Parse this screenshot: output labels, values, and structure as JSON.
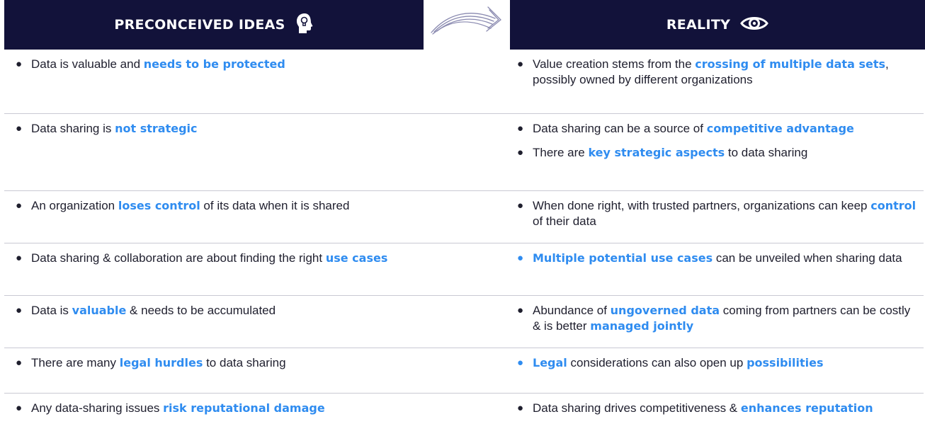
{
  "header": {
    "left_title": "PRECONCEIVED IDEAS",
    "left_icon": "lightbulb-head-icon",
    "right_title": "REALITY",
    "right_icon": "eye-icon",
    "accent_color": "#2f8cf0",
    "header_bg": "#12123a"
  },
  "rows": [
    {
      "left": [
        {
          "segments": [
            {
              "t": "Data is valuable and "
            },
            {
              "t": "needs to be protected",
              "hl": true
            }
          ]
        }
      ],
      "right": [
        {
          "segments": [
            {
              "t": "Value creation stems from the "
            },
            {
              "t": "crossing of multiple data sets",
              "hl": true
            },
            {
              "t": ", possibly owned by different organizations"
            }
          ]
        }
      ]
    },
    {
      "left": [
        {
          "segments": [
            {
              "t": "Data sharing is "
            },
            {
              "t": "not strategic",
              "hl": true
            }
          ]
        }
      ],
      "right": [
        {
          "segments": [
            {
              "t": "Data sharing can be a source of "
            },
            {
              "t": "competitive advantage",
              "hl": true
            }
          ]
        },
        {
          "segments": [
            {
              "t": "There are "
            },
            {
              "t": "key strategic aspects",
              "hl": true
            },
            {
              "t": " to data sharing"
            }
          ]
        }
      ]
    },
    {
      "left": [
        {
          "segments": [
            {
              "t": "An organization "
            },
            {
              "t": "loses control",
              "hl": true
            },
            {
              "t": " of its data when it is shared"
            }
          ]
        }
      ],
      "right": [
        {
          "segments": [
            {
              "t": "When done right, with trusted partners, organizations can keep "
            },
            {
              "t": "control",
              "hl": true
            },
            {
              "t": " of their data"
            }
          ]
        }
      ]
    },
    {
      "left": [
        {
          "segments": [
            {
              "t": "Data sharing & collaboration are about finding the right "
            },
            {
              "t": "use cases",
              "hl": true
            }
          ]
        }
      ],
      "right": [
        {
          "blue_bullet": true,
          "segments": [
            {
              "t": "Multiple potential use cases",
              "hl": true
            },
            {
              "t": " can be unveiled when sharing data"
            }
          ]
        }
      ]
    },
    {
      "left": [
        {
          "segments": [
            {
              "t": "Data is "
            },
            {
              "t": "valuable",
              "hl": true
            },
            {
              "t": " & needs to be accumulated"
            }
          ]
        }
      ],
      "right": [
        {
          "segments": [
            {
              "t": "Abundance of "
            },
            {
              "t": "ungoverned data",
              "hl": true
            },
            {
              "t": " coming from partners can be costly & is better "
            },
            {
              "t": "managed jointly",
              "hl": true
            }
          ]
        }
      ]
    },
    {
      "left": [
        {
          "segments": [
            {
              "t": "There are many "
            },
            {
              "t": "legal hurdles",
              "hl": true
            },
            {
              "t": " to data sharing"
            }
          ]
        }
      ],
      "right": [
        {
          "blue_bullet": true,
          "segments": [
            {
              "t": "Legal",
              "hl": true
            },
            {
              "t": " considerations can also open up "
            },
            {
              "t": "possibilities",
              "hl": true
            }
          ]
        }
      ]
    },
    {
      "left": [
        {
          "segments": [
            {
              "t": "Any data-sharing issues "
            },
            {
              "t": "risk reputational damage",
              "hl": true
            }
          ]
        }
      ],
      "right": [
        {
          "segments": [
            {
              "t": "Data sharing drives competitiveness & "
            },
            {
              "t": "enhances reputation",
              "hl": true
            }
          ]
        }
      ]
    }
  ]
}
